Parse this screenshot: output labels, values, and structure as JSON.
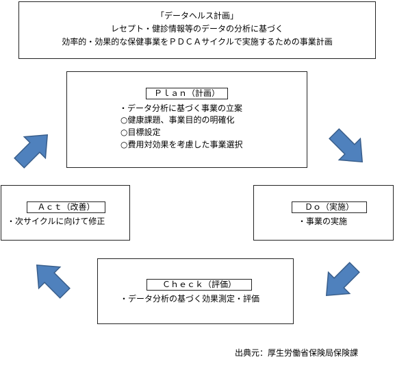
{
  "header": {
    "title": "「データヘルス計画」",
    "line2": "レセプト・健診情報等のデータの分析に基づく",
    "line3": "効率的・効果的な保健事業をＰＤＣＡサイクルで実施するための事業計画"
  },
  "plan": {
    "tag": "Ｐｌａｎ（計画）",
    "items": [
      "・データ分析に基づく事業の立案",
      "○健康課題、事業目的の明確化",
      "○目標設定",
      "○費用対効果を考慮した事業選択"
    ]
  },
  "do": {
    "tag": "Ｄｏ（実施）",
    "items": [
      "・事業の実施"
    ]
  },
  "check": {
    "tag": "Ｃｈｅｃｋ（評価）",
    "items": [
      "・データ分析の基づく効果測定・評価"
    ]
  },
  "act": {
    "tag": "Ａｃｔ（改善）",
    "items": [
      "・次サイクルに向けて修正"
    ]
  },
  "source": "出典元：厚生労働省保険局保険課",
  "colors": {
    "arrow_fill": "#4f81bd",
    "arrow_stroke": "#385d8a",
    "border": "#222222"
  }
}
